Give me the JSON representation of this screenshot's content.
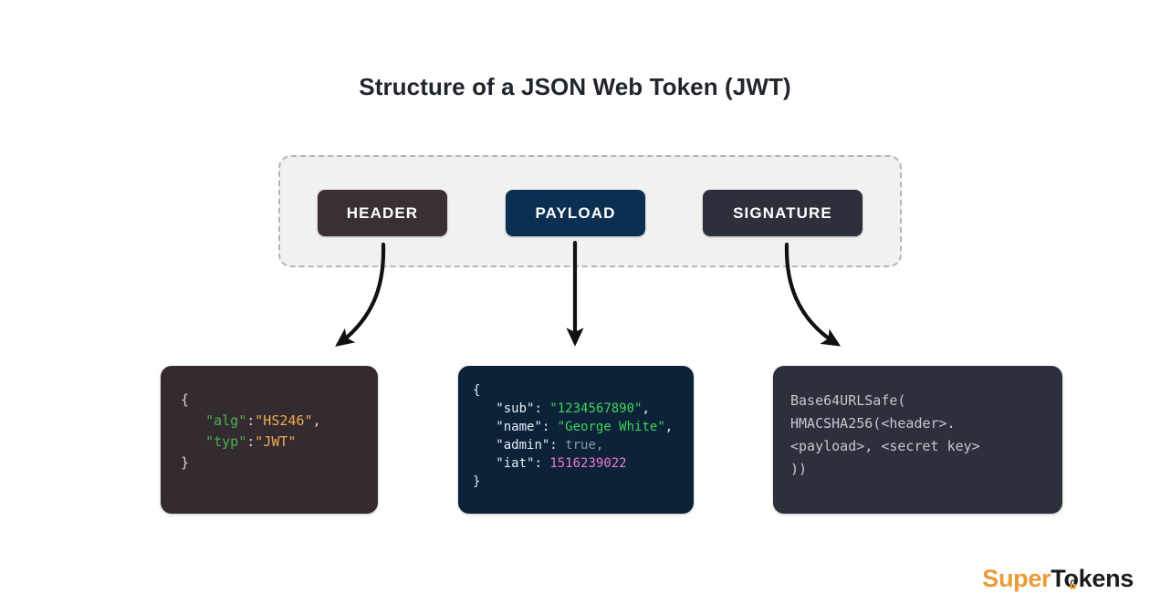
{
  "page": {
    "title": "Structure of a JSON Web Token (JWT)",
    "background": "#ffffff"
  },
  "token_parts": {
    "container_style": "dashed",
    "items": [
      {
        "label": "HEADER",
        "color": "#3a2f35"
      },
      {
        "label": "PAYLOAD",
        "color": "#0b2f50"
      },
      {
        "label": "SIGNATURE",
        "color": "#2b303b"
      }
    ]
  },
  "arrows": [
    {
      "from": "HEADER",
      "to": "header-code-box",
      "shape": "curve-left"
    },
    {
      "from": "PAYLOAD",
      "to": "payload-code-box",
      "shape": "straight-down"
    },
    {
      "from": "SIGNATURE",
      "to": "signature-code-box",
      "shape": "curve-right"
    }
  ],
  "code_boxes": {
    "header": {
      "background": "#332b30",
      "lines": [
        {
          "open_brace": "{"
        },
        {
          "indent": "   ",
          "key": "\"alg\"",
          "colon": ":",
          "value": "\"HS246\"",
          "comma": ","
        },
        {
          "indent": "   ",
          "key": "\"typ\"",
          "colon": ":",
          "value": "\"JWT\"",
          "comma": ""
        },
        {
          "close_brace": "}"
        }
      ]
    },
    "payload": {
      "background": "#0b2238",
      "open_brace": "{",
      "close_brace": "}",
      "entries": [
        {
          "key": "\"sub\":",
          "value": "\"1234567890\"",
          "type": "string",
          "comma": ","
        },
        {
          "key": "\"name\":",
          "value": "\"George White\"",
          "type": "string",
          "comma": ","
        },
        {
          "key": "\"admin\":",
          "value": "true",
          "type": "boolean",
          "comma": ","
        },
        {
          "key": "\"iat\":",
          "value": "1516239022",
          "type": "number",
          "comma": ""
        }
      ]
    },
    "signature": {
      "background": "#2b303b",
      "lines": [
        "Base64URLSafe(",
        "HMACSHA256(<header>.",
        "<payload>, <secret key>",
        "))"
      ]
    }
  },
  "logo": {
    "part1": "Super",
    "part2": "Tokens",
    "part1_color": "#ec9b3b",
    "part2_color": "#1b1b1b",
    "icon": "lock-icon"
  },
  "colors": {
    "title": "#21252c",
    "container_fill": "#f1f1f1",
    "container_border": "#b4b4b4",
    "arrow": "#111111",
    "key_green": "#4caf50",
    "value_orange": "#f0a955",
    "string_green": "#3fd45a",
    "number_pink": "#f07ad2",
    "boolean_gray": "#8b96a3",
    "punct_gray": "#d8d4d2",
    "signature_text": "#c2c7d0"
  }
}
